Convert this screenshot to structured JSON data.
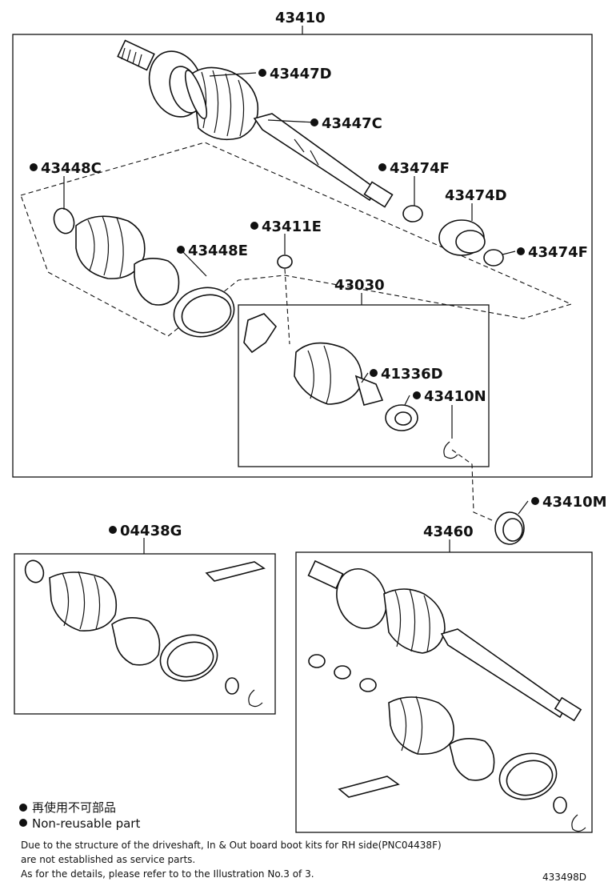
{
  "parts": {
    "p43410": "43410",
    "p43447D": "43447D",
    "p43447C": "43447C",
    "p43448C": "43448C",
    "p43474F_a": "43474F",
    "p43474D": "43474D",
    "p43474F_b": "43474F",
    "p43411E": "43411E",
    "p43448E": "43448E",
    "p43030": "43030",
    "p41336D": "41336D",
    "p43410N": "43410N",
    "p43410M": "43410M",
    "p04438G": "04438G",
    "p43460": "43460"
  },
  "legend": {
    "line1": "再使用不可部品",
    "line2": "Non-reusable part"
  },
  "notes": {
    "line1": "Due to the structure of the driveshaft, In & Out board  boot kits for RH side(PNC04438F)",
    "line2": "are not established as service parts.",
    "line3": "As for the details, please refer to to the Illustration No.3 of 3."
  },
  "figure_id": "433498D"
}
